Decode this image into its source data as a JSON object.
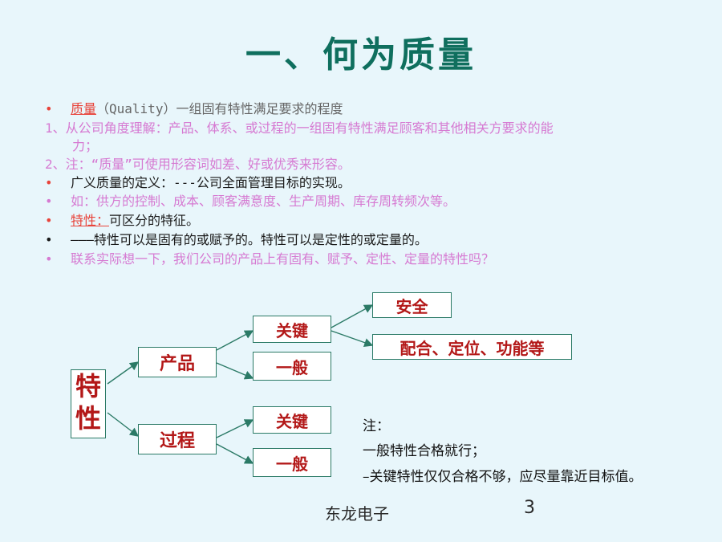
{
  "title": "一、何为质量",
  "bullets": [
    {
      "marker": "•",
      "highlight": "质量",
      "rest": "（Quality）一组固有特性满足要求的程度"
    },
    {
      "marker": "",
      "text": "1、从公司角度理解：产品、体系、或过程的一组固有特性满足顾客和其他相关方要求的能"
    },
    {
      "marker": "",
      "text": "力；"
    },
    {
      "marker": "",
      "text": "2、注：“质量”可使用形容词如差、好或优秀来形容。"
    },
    {
      "marker": "•",
      "text": "广义质量的定义：---公司全面管理目标的实现。"
    },
    {
      "marker": "•",
      "text": "如：供方的控制、成本、顾客满意度、生产周期、库存周转频次等。"
    },
    {
      "marker": "•",
      "highlight": "特性：",
      "rest": "可区分的特征。"
    },
    {
      "marker": "•",
      "text": "———特性可以是固有的或赋予的。特性可以是定性的或定量的。"
    },
    {
      "marker": "•",
      "text": "联系实际想一下，我们公司的产品上有固有、赋予、定性、定量的特性吗？"
    }
  ],
  "diagram": {
    "root": "特性",
    "product": "产品",
    "process": "过程",
    "key1": "关键",
    "general1": "一般",
    "key2": "关键",
    "general2": "一般",
    "safety": "安全",
    "fit": "配合、定位、功能等"
  },
  "note": {
    "title": "注：",
    "line1": "一般特性合格就行；",
    "line2": "–关键特性仅仅合格不够，应尽量靠近目标值。"
  },
  "footer": "东龙电子",
  "page_number": "3"
}
